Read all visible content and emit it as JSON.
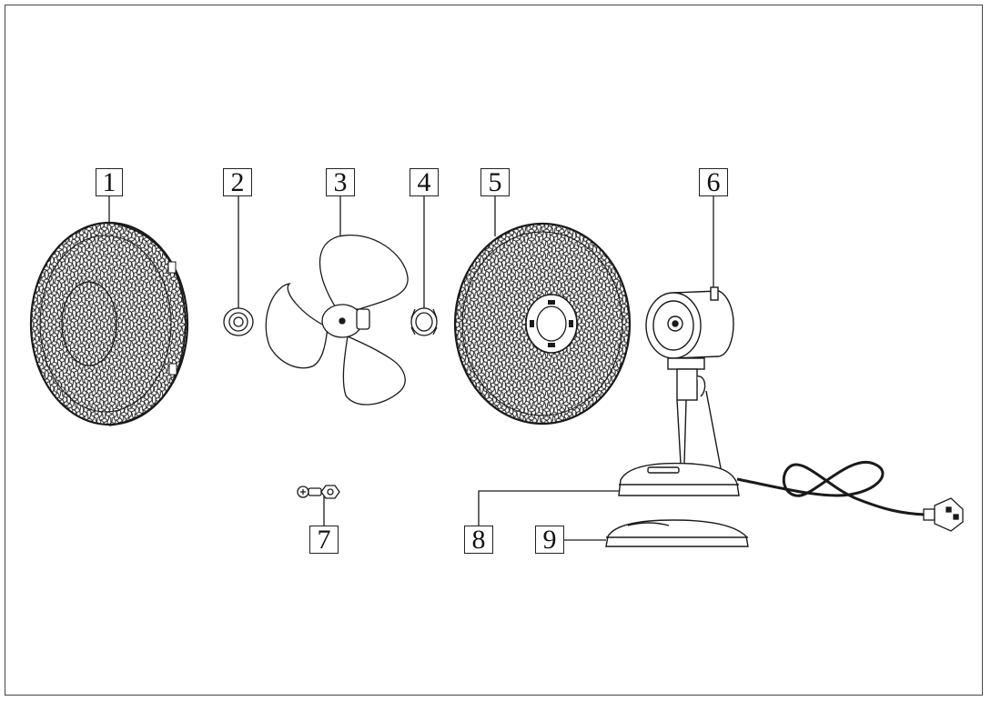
{
  "callouts": [
    {
      "id": "1",
      "label": "1"
    },
    {
      "id": "2",
      "label": "2"
    },
    {
      "id": "3",
      "label": "3"
    },
    {
      "id": "4",
      "label": "4"
    },
    {
      "id": "5",
      "label": "5"
    },
    {
      "id": "6",
      "label": "6"
    },
    {
      "id": "7",
      "label": "7"
    },
    {
      "id": "8",
      "label": "8"
    },
    {
      "id": "9",
      "label": "9"
    }
  ],
  "colors": {
    "line": "#1a1a1a",
    "frame": "#444444",
    "background": "#ffffff"
  }
}
